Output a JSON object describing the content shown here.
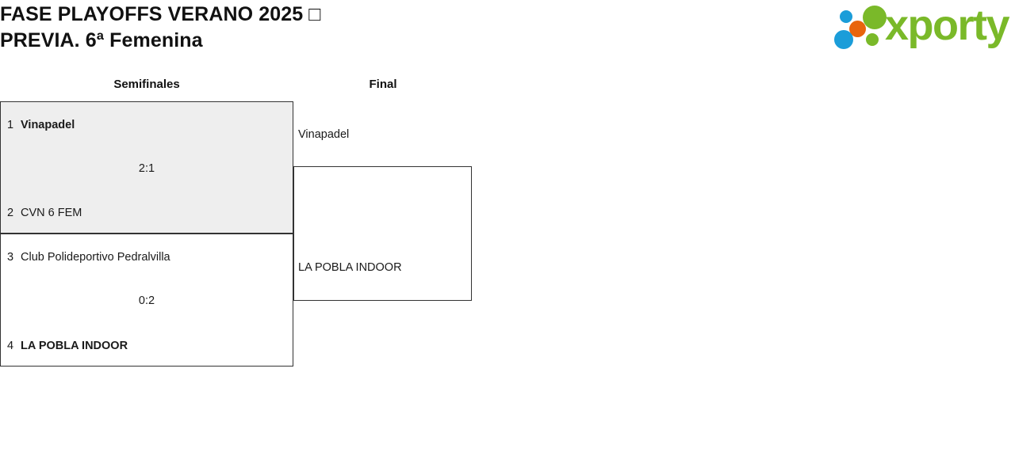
{
  "header": {
    "title": "FASE PLAYOFFS VERANO 2025 □\nPREVIA. 6ª Femenina",
    "logo": {
      "wordmark": "xporty",
      "colors": {
        "green": "#7ab929",
        "blue": "#1b9dd9",
        "orange": "#e8650d"
      }
    }
  },
  "bracket": {
    "rounds": [
      {
        "label": "Semifinales"
      },
      {
        "label": "Final"
      }
    ],
    "matches": [
      {
        "id": "semi-1",
        "round": "Semifinales",
        "shaded": true,
        "score": "2:1",
        "competitors": [
          {
            "seed": "1",
            "name": "Vinapadel",
            "winner": true
          },
          {
            "seed": "2",
            "name": "CVN 6 FEM",
            "winner": false
          }
        ]
      },
      {
        "id": "semi-2",
        "round": "Semifinales",
        "shaded": false,
        "score": "0:2",
        "competitors": [
          {
            "seed": "3",
            "name": "Club Polideportivo Pedralvilla",
            "winner": false
          },
          {
            "seed": "4",
            "name": "LA POBLA INDOOR",
            "winner": true
          }
        ]
      },
      {
        "id": "final",
        "round": "Final",
        "shaded": false,
        "score": "",
        "competitors": [
          {
            "seed": "",
            "name": "Vinapadel",
            "winner": false
          },
          {
            "seed": "",
            "name": "LA POBLA INDOOR",
            "winner": false
          }
        ]
      }
    ]
  }
}
